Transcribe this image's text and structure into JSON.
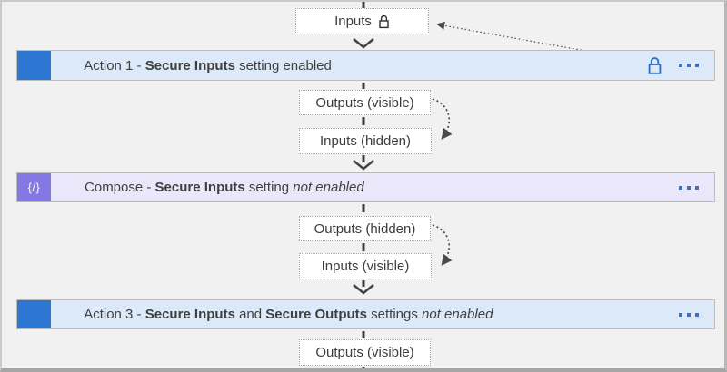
{
  "colors": {
    "canvas_bg": "#f1f1f1",
    "action_bar_bg": "#dbe9f8",
    "compose_bar_bg": "#ebe7fa",
    "action_tile_blue": "#2d76d2",
    "compose_tile_purple": "#8678e4",
    "lock_blue": "#2b6cc0",
    "ellipsis_blue": "#3e72bd",
    "connector_gray": "#4a4a4a"
  },
  "nodes": {
    "inputs_top": "Inputs",
    "outputs_visible_1": "Outputs (visible)",
    "inputs_hidden": "Inputs (hidden)",
    "outputs_hidden": "Outputs (hidden)",
    "inputs_visible": "Inputs (visible)",
    "outputs_visible_2": "Outputs (visible)"
  },
  "action1": {
    "seg_prefix": "Action 1 - ",
    "seg_bold": "Secure Inputs",
    "seg_suffix": " setting enabled"
  },
  "compose": {
    "icon_glyph": "{/}",
    "seg_prefix": "Compose - ",
    "seg_bold": "Secure Inputs",
    "seg_mid": " setting ",
    "seg_italic": "not enabled"
  },
  "action3": {
    "seg_prefix": "Action 3 - ",
    "seg_bold1": "Secure Inputs",
    "seg_and": " and ",
    "seg_bold2": "Secure Outputs",
    "seg_mid": " settings ",
    "seg_italic": "not enabled"
  }
}
